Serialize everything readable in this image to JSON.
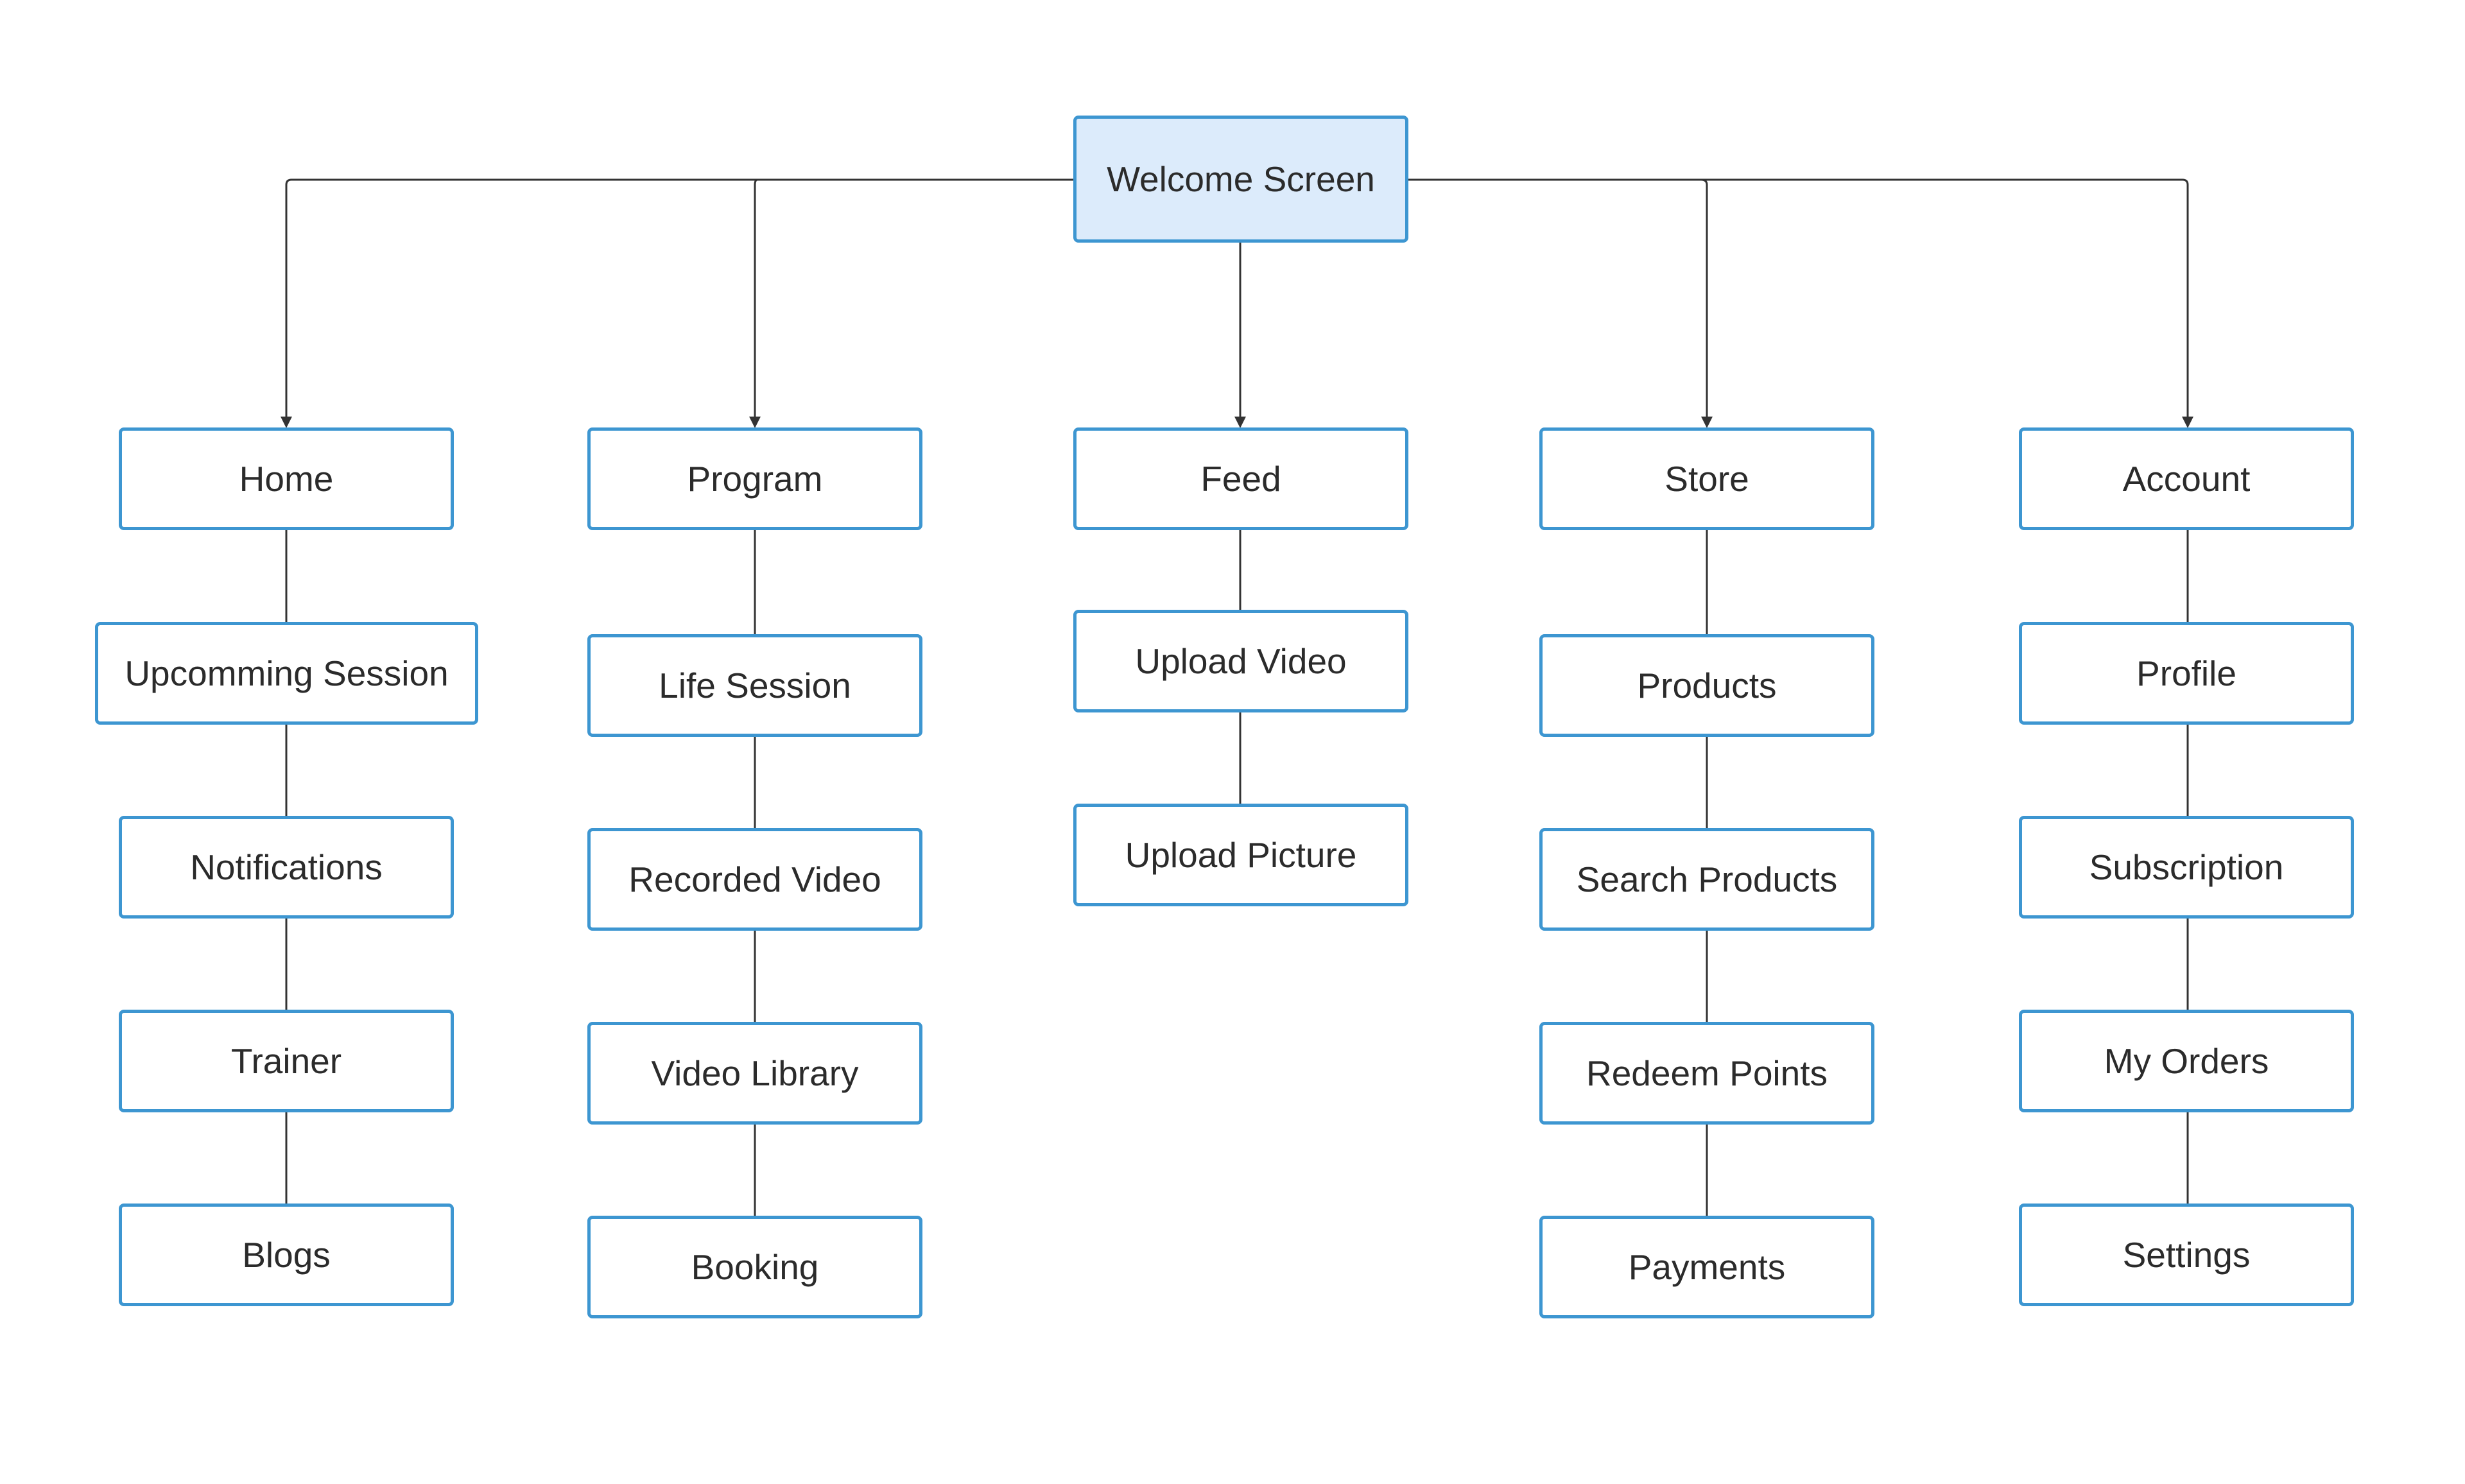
{
  "diagram": {
    "root": {
      "label": "Welcome Screen"
    },
    "branches": [
      {
        "label": "Home",
        "children": [
          "Upcomming Session",
          "Notifications",
          "Trainer",
          "Blogs"
        ]
      },
      {
        "label": "Program",
        "children": [
          "Life Session",
          "Recorded Video",
          "Video Library",
          "Booking"
        ]
      },
      {
        "label": "Feed",
        "children": [
          "Upload Video",
          "Upload Picture"
        ]
      },
      {
        "label": "Store",
        "children": [
          "Products",
          "Search Products",
          "Redeem Points",
          "Payments"
        ]
      },
      {
        "label": "Account",
        "children": [
          "Profile",
          "Subscription",
          "My Orders",
          "Settings"
        ]
      }
    ]
  },
  "colors": {
    "node_border": "#3d96d1",
    "root_fill": "#dcebfb",
    "node_fill": "#ffffff",
    "connector": "#333333",
    "text": "#2b2b2b"
  }
}
